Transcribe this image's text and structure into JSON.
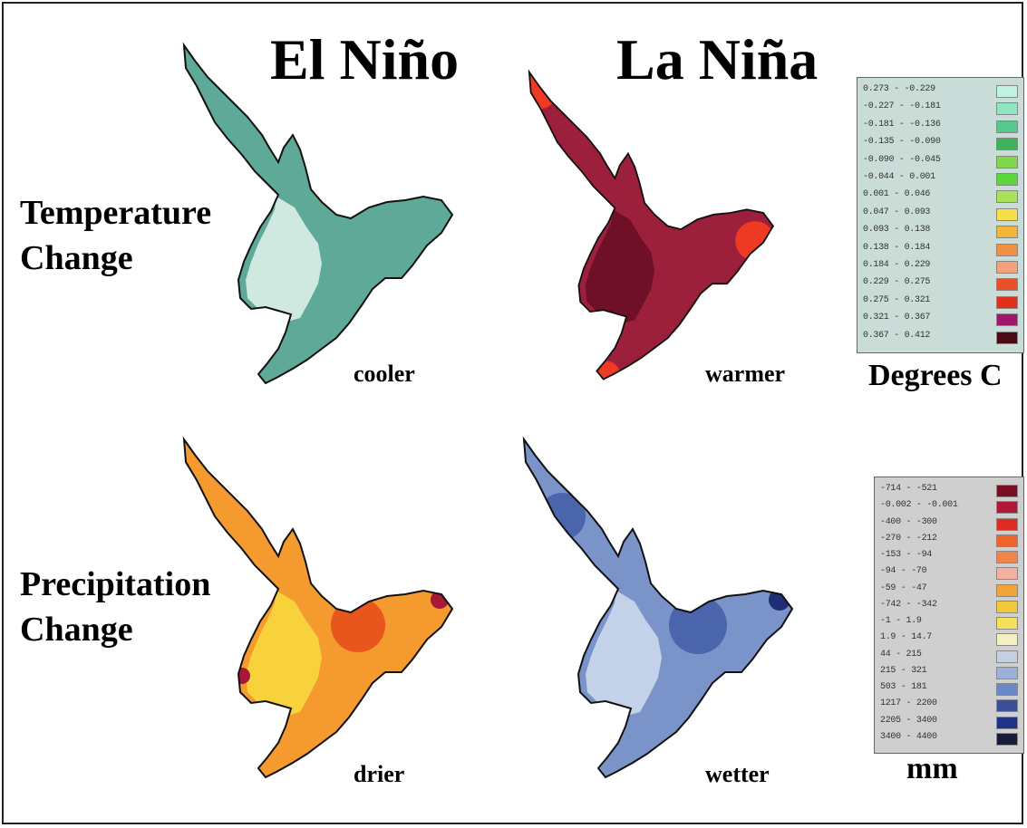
{
  "headers": {
    "el_nino": "El Niño",
    "la_nina": "La Niña"
  },
  "rows": {
    "temperature": "Temperature\nChange",
    "precipitation": "Precipitation\nChange"
  },
  "captions": {
    "cooler": "cooler",
    "warmer": "warmer",
    "drier": "drier",
    "wetter": "wetter"
  },
  "units": {
    "temperature": "Degrees C",
    "precipitation": "mm"
  },
  "map_colors": {
    "el_nino_temp": {
      "base": "#5fa999",
      "zone": "#cfe8e0",
      "edge": "#3f8f7e"
    },
    "la_nina_temp": {
      "base": "#9c1f3c",
      "zone": "#6f1028",
      "edge": "#ee3a22"
    },
    "el_nino_precip": {
      "base": "#f59a2e",
      "zone": "#f7d23a",
      "edge": "#e8561e",
      "spot": "#a8183a"
    },
    "la_nina_precip": {
      "base": "#7a93c9",
      "zone": "#c3d2e8",
      "edge": "#4a65ab",
      "spot": "#1e2f78"
    }
  },
  "temperature_legend": {
    "background": "#c9dcd7",
    "entries": [
      {
        "label": "0.273 - -0.229",
        "color": "#bff2e0"
      },
      {
        "label": "-0.227 - -0.181",
        "color": "#8de6c0"
      },
      {
        "label": "-0.181 - -0.136",
        "color": "#55c98b"
      },
      {
        "label": "-0.135 - -0.090",
        "color": "#3fb35a"
      },
      {
        "label": "-0.090 - -0.045",
        "color": "#7fd84a"
      },
      {
        "label": "-0.044 - 0.001",
        "color": "#5cd63a"
      },
      {
        "label": "0.001 - 0.046",
        "color": "#a8e25a"
      },
      {
        "label": "0.047 - 0.093",
        "color": "#f5e04a"
      },
      {
        "label": "0.093 - 0.138",
        "color": "#f2b43a"
      },
      {
        "label": "0.138 - 0.184",
        "color": "#ef8f42"
      },
      {
        "label": "0.184 - 0.229",
        "color": "#f4a07a"
      },
      {
        "label": "0.229 - 0.275",
        "color": "#e8502a"
      },
      {
        "label": "0.275 - 0.321",
        "color": "#e0301c"
      },
      {
        "label": "0.321 - 0.367",
        "color": "#a0186a"
      },
      {
        "label": "0.367 - 0.412",
        "color": "#4a0a14"
      }
    ]
  },
  "precipitation_legend": {
    "background": "#cfcfcf",
    "entries": [
      {
        "label": "-714 - -521",
        "color": "#7a0f24"
      },
      {
        "label": "-0.002 - -0.001",
        "color": "#b01838"
      },
      {
        "label": "-400 - -300",
        "color": "#e02a24"
      },
      {
        "label": "-270 - -212",
        "color": "#f0642a"
      },
      {
        "label": "-153 - -94",
        "color": "#f0844a"
      },
      {
        "label": "-94 - -70",
        "color": "#f4b0a0"
      },
      {
        "label": "-59 - -47",
        "color": "#f0a43a"
      },
      {
        "label": "-742 - -342",
        "color": "#f5c83a"
      },
      {
        "label": "-1 - 1.9",
        "color": "#f5e05a"
      },
      {
        "label": "1.9 - 14.7",
        "color": "#f5f0c0"
      },
      {
        "label": "44 - 215",
        "color": "#c4d0e0"
      },
      {
        "label": "215 - 321",
        "color": "#9cb0d8"
      },
      {
        "label": "503 - 181",
        "color": "#6a88c8"
      },
      {
        "label": "1217 - 2200",
        "color": "#3a4f9a"
      },
      {
        "label": "2205 - 3400",
        "color": "#1f3288"
      },
      {
        "label": "3400 - 4400",
        "color": "#1a1a3a"
      }
    ]
  }
}
